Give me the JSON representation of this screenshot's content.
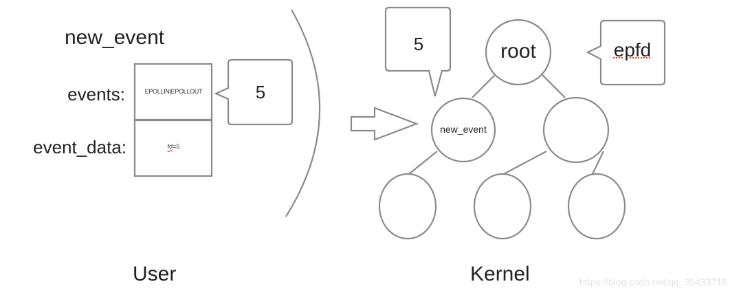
{
  "struct": {
    "title": "new_event",
    "fields": [
      {
        "label": "events:",
        "value": "EPOLLIN|EPOLLOUT"
      },
      {
        "label": "event_data:",
        "value_key": "fd",
        "value_rest": "=5"
      }
    ],
    "callout": "5"
  },
  "tree": {
    "root_label": "root",
    "root_callout": "epfd",
    "inserted_node_label": "new_event",
    "inserted_callout": "5",
    "empty_nodes": 4
  },
  "sections": {
    "user": "User",
    "kernel": "Kernel"
  },
  "watermark": "https://blog.csdn.net/qq_35433716",
  "colors": {
    "stroke": "#8a8a8a",
    "text": "#222222",
    "spellcheck": "#dd3333"
  }
}
